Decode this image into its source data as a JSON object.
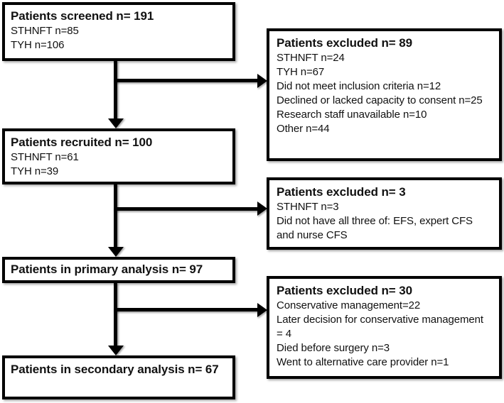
{
  "flowchart": {
    "description": "Patient screening and recruitment flow diagram",
    "colors": {
      "background": "#ffffff",
      "box_border": "#000000",
      "connector": "#000000",
      "text": "#111111"
    },
    "main_boxes": [
      {
        "id": "screened",
        "title": "Patients screened n= 191",
        "lines": [
          "STHNFT n=85",
          "TYH n=106"
        ]
      },
      {
        "id": "recruited",
        "title": "Patients recruited n= 100",
        "lines": [
          "STHNFT n=61",
          "TYH n=39"
        ]
      },
      {
        "id": "primary-analysis",
        "title": "Patients in primary analysis n= 97",
        "lines": []
      },
      {
        "id": "secondary-analysis",
        "title": "Patients in secondary analysis n= 67",
        "lines": []
      }
    ],
    "exclusion_boxes": [
      {
        "id": "excluded-at-screening",
        "title": "Patients excluded n= 89",
        "lines": [
          "STHNFT n=24",
          "TYH n=67",
          "Did not meet inclusion criteria n=12",
          "Declined or lacked capacity to consent n=25",
          "Research staff unavailable n=10",
          "Other n=44"
        ]
      },
      {
        "id": "excluded-after-recruitment",
        "title": "Patients excluded n= 3",
        "lines": [
          "STHNFT n=3",
          "Did not have all three of: EFS, expert CFS and nurse CFS"
        ]
      },
      {
        "id": "excluded-from-secondary",
        "title": "Patients excluded n= 30",
        "lines": [
          "Conservative management=22",
          "Later decision for conservative management = 4",
          "Died before surgery n=3",
          "Went to alternative care provider n=1"
        ]
      }
    ]
  }
}
